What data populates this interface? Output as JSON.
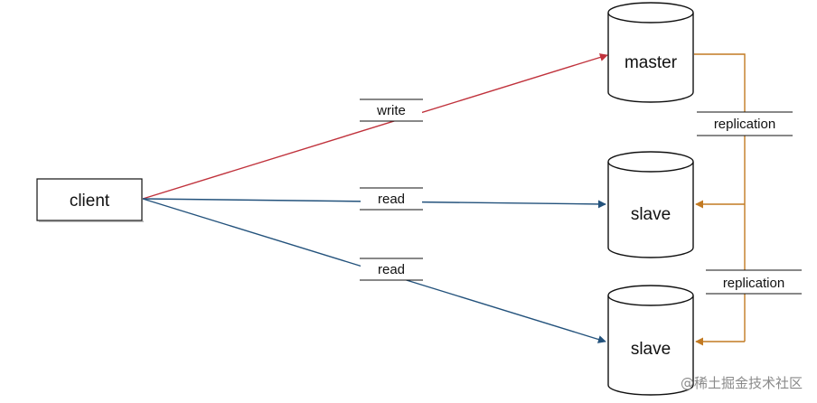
{
  "nodes": {
    "client": {
      "label": "client"
    },
    "master": {
      "label": "master"
    },
    "slave_1": {
      "label": "slave"
    },
    "slave_2": {
      "label": "slave"
    }
  },
  "edges": {
    "write": {
      "label": "write",
      "color": "#c0323c"
    },
    "read_1": {
      "label": "read",
      "color": "#23527c"
    },
    "read_2": {
      "label": "read",
      "color": "#23527c"
    }
  },
  "replication": {
    "color": "#c27a22",
    "labels": [
      "replication",
      "replication"
    ]
  },
  "watermark": {
    "text": "@稀土掘金技术社区"
  }
}
